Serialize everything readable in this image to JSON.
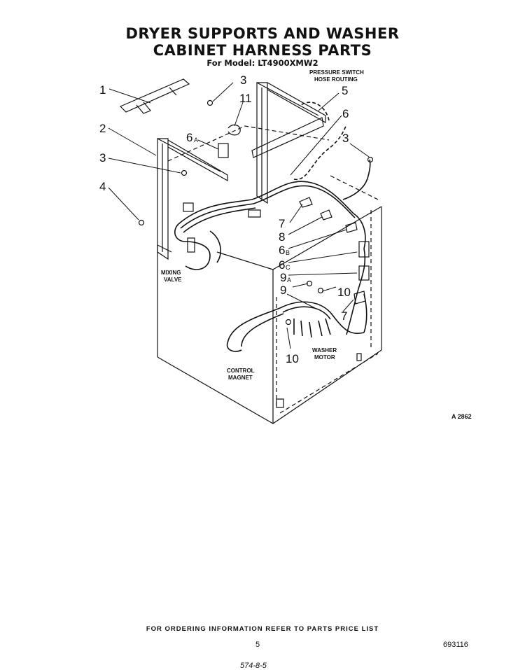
{
  "header": {
    "title_line1": "DRYER SUPPORTS AND WASHER",
    "title_line2": "CABINET HARNESS PARTS",
    "model_line": "For Model: LT4900XMW2"
  },
  "labels": {
    "pressure_switch_line1": "PRESSURE SWITCH",
    "pressure_switch_line2": "HOSE ROUTING",
    "mixing_valve_line1": "MIXING",
    "mixing_valve_line2": "VALVE",
    "washer_motor_line1": "WASHER",
    "washer_motor_line2": "MOTOR",
    "control_magnet_line1": "CONTROL",
    "control_magnet_line2": "MAGNET"
  },
  "callouts": {
    "c1": "1",
    "c2": "2",
    "c3_left": "3",
    "c4": "4",
    "c3_top": "3",
    "c11": "11",
    "c6a_num": "6",
    "c6a_sub": "A",
    "c5": "5",
    "c6": "6",
    "c3_right": "3",
    "c7_upper": "7",
    "c8": "8",
    "c6b_num": "6",
    "c6b_sub": "B",
    "c6c_num": "6",
    "c6c_sub": "C",
    "c9a_num": "9",
    "c9a_sub": "A",
    "c9": "9",
    "c10_upper": "10",
    "c7_lower": "7",
    "c10_lower": "10"
  },
  "figure_ref": "A 2862",
  "footer": {
    "ordering": "FOR ORDERING INFORMATION REFER TO PARTS PRICE LIST",
    "page_number": "5",
    "doc_number": "693116",
    "handwritten": "574-8-5"
  }
}
